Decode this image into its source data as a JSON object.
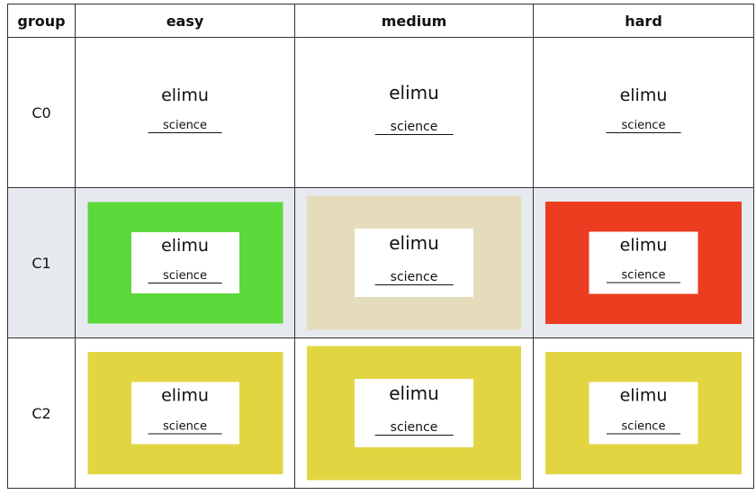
{
  "header": {
    "group": "group",
    "easy": "easy",
    "medium": "medium",
    "hard": "hard"
  },
  "rows": [
    {
      "group": "C0",
      "cells": [
        {
          "word": "elimu",
          "subject": "science",
          "frame_color": "none"
        },
        {
          "word": "elimu",
          "subject": "science",
          "frame_color": "none"
        },
        {
          "word": "elimu",
          "subject": "science",
          "frame_color": "none"
        }
      ]
    },
    {
      "group": "C1",
      "cells": [
        {
          "word": "elimu",
          "subject": "science",
          "frame_color": "#5cd83b"
        },
        {
          "word": "elimu",
          "subject": "science",
          "frame_color": "#e4dcbb"
        },
        {
          "word": "elimu",
          "subject": "science",
          "frame_color": "#ec3d20"
        }
      ]
    },
    {
      "group": "C2",
      "cells": [
        {
          "word": "elimu",
          "subject": "science",
          "frame_color": "#e2d542"
        },
        {
          "word": "elimu",
          "subject": "science",
          "frame_color": "#e2d542"
        },
        {
          "word": "elimu",
          "subject": "science",
          "frame_color": "#e2d542"
        }
      ]
    }
  ]
}
